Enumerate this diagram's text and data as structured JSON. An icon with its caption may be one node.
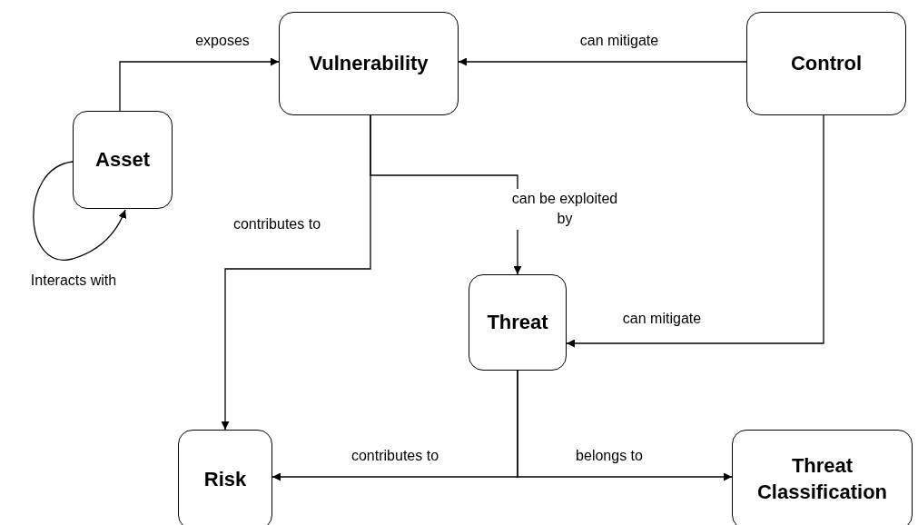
{
  "diagram": {
    "nodes": [
      {
        "text": [
          "Asset"
        ]
      },
      {
        "text": [
          "Vulnerability"
        ]
      },
      {
        "text": [
          "Control"
        ]
      },
      {
        "text": [
          "Threat"
        ]
      },
      {
        "text": [
          "Risk"
        ]
      },
      {
        "text": [
          "Threat Classification"
        ]
      }
    ],
    "edges": [
      {
        "from": 0,
        "to": 1,
        "arrow": "to",
        "label": "exposes"
      },
      {
        "from": 0,
        "to": 0,
        "arrow": "to",
        "label": "Interacts with"
      },
      {
        "from": 2,
        "to": 1,
        "arrow": "to",
        "label": "can mitigate"
      },
      {
        "from": 1,
        "to": 3,
        "arrow": "to",
        "label": "can be exploited by"
      },
      {
        "from": 1,
        "to": 4,
        "arrow": "to",
        "label": "contributes to"
      },
      {
        "from": 2,
        "to": 3,
        "arrow": "to",
        "label": "can mitigate"
      },
      {
        "from": 3,
        "to": 4,
        "arrow": "to",
        "label": "contributes to"
      },
      {
        "from": 3,
        "to": 5,
        "arrow": "to",
        "label": "belongs to"
      }
    ]
  }
}
